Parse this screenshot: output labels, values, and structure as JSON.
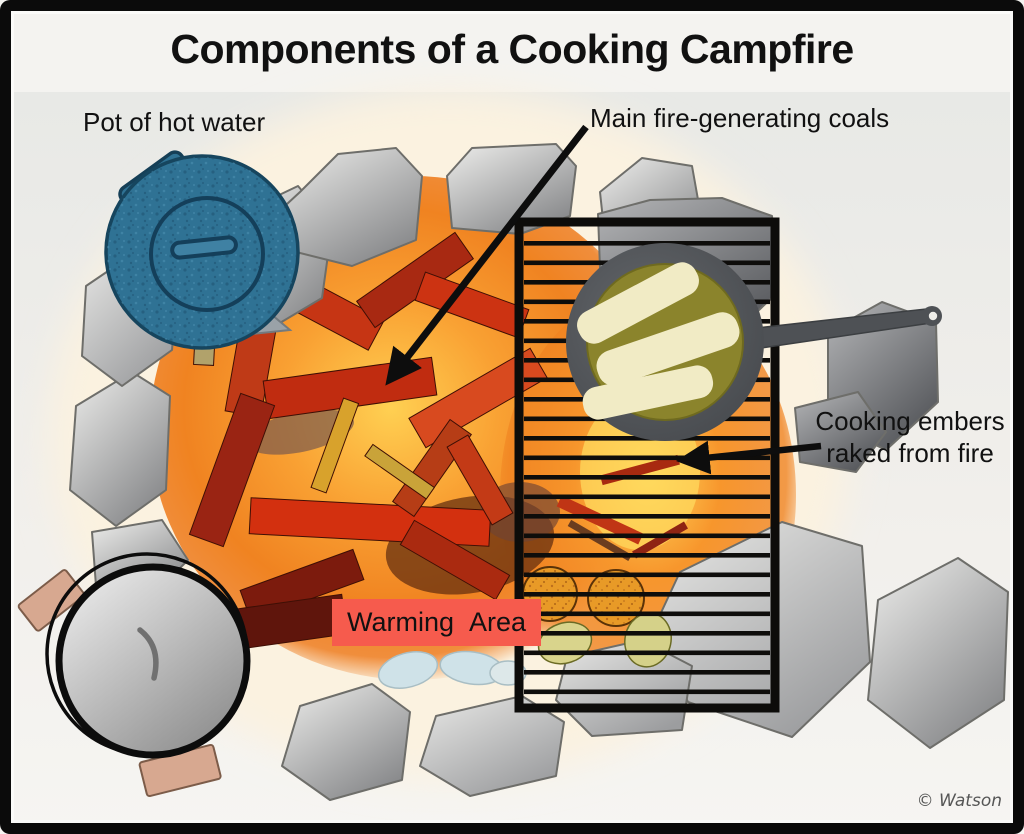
{
  "title": "Components of a Cooking Campfire",
  "labels": {
    "pot": "Pot of hot water",
    "coals": "Main fire-generating coals",
    "embers": "Cooking embers raked from fire",
    "warming": "Warming Area",
    "credit": "© Watson"
  },
  "colors": {
    "text_color": "#111111",
    "credit_color": "#565656",
    "warming_bg": "#f65b4d",
    "pot_blue": "#2f7294",
    "pan_food": "#8b842c",
    "fire_core": "#ffd052",
    "fire_glow": "#f08321",
    "log_red": "#c63514",
    "rock_gray": "#a9aaac",
    "grill_black": "#0d0c0a"
  }
}
